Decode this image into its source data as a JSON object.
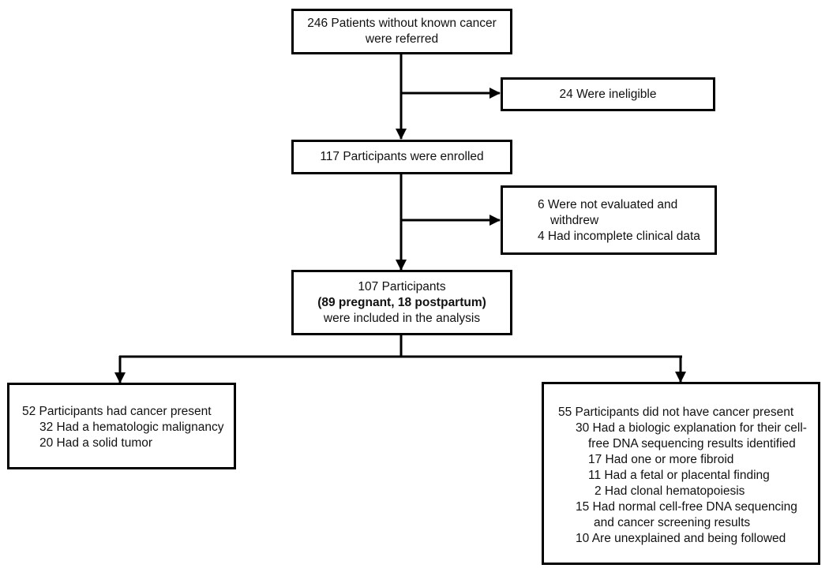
{
  "boxes": {
    "referred": {
      "lines": [
        "246 Patients without known cancer",
        "were referred"
      ]
    },
    "ineligible": {
      "lines": [
        "24 Were ineligible"
      ]
    },
    "enrolled": {
      "lines": [
        "117 Participants were enrolled"
      ]
    },
    "excluded": {
      "lines": [
        "6 Were not evaluated and",
        "withdrew",
        "4 Had incomplete clinical data"
      ]
    },
    "included": {
      "lines": [
        "107 Participants",
        "(89 pregnant, 18 postpartum)",
        "were included in the analysis"
      ]
    },
    "cancer": {
      "lines": [
        "52 Participants had cancer present",
        "32 Had a hematologic malignancy",
        "20 Had a solid tumor"
      ]
    },
    "no_cancer": {
      "lines": [
        "55 Participants did not have cancer present",
        "30 Had a biologic explanation for their cell-",
        "free DNA sequencing results identified",
        "17 Had one or more fibroid",
        "11 Had a fetal or placental finding",
        "2 Had clonal hematopoiesis",
        "15 Had normal cell-free DNA sequencing",
        "and cancer screening results",
        "10 Are unexplained and being followed"
      ]
    }
  }
}
